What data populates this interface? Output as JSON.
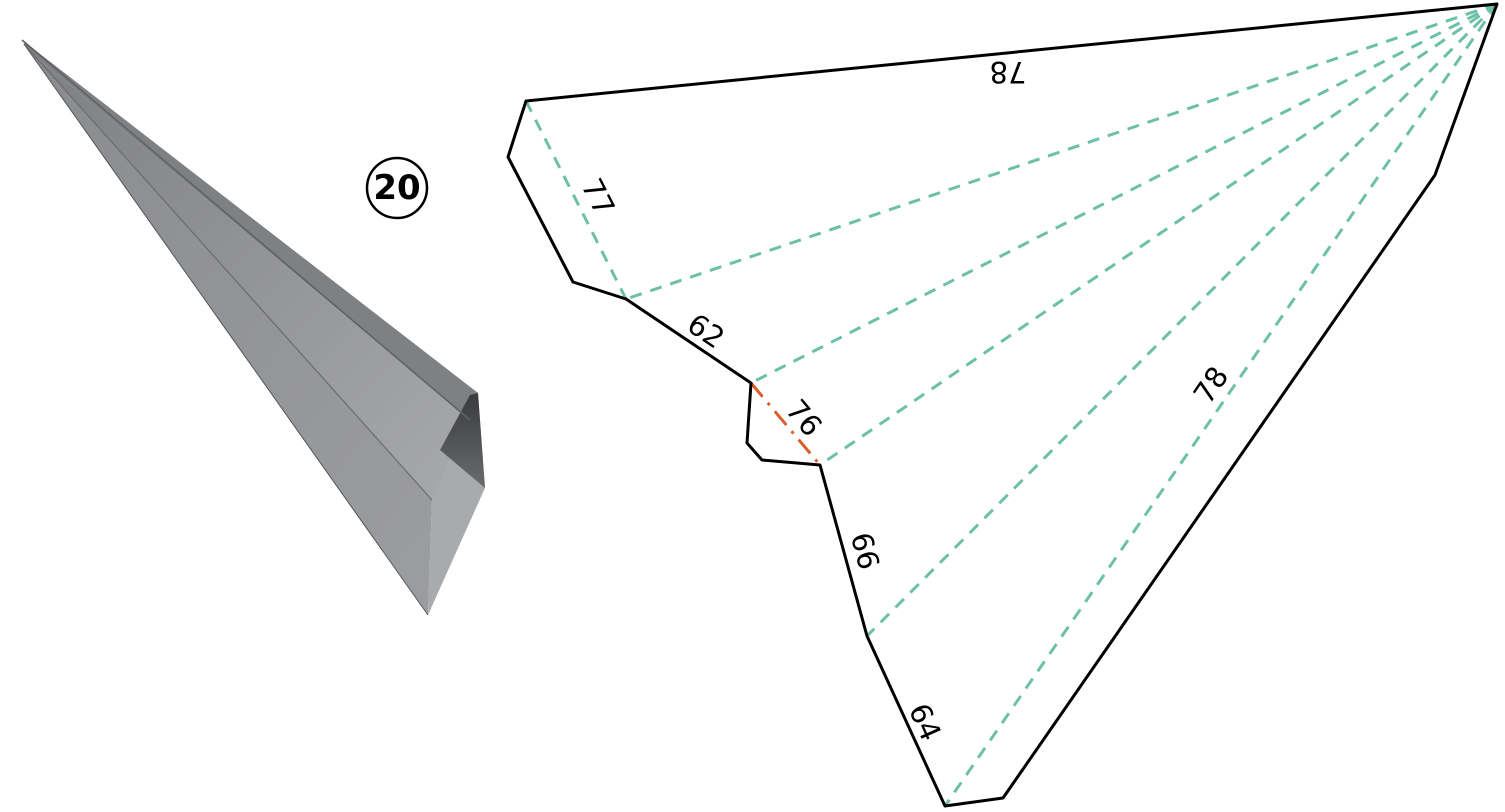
{
  "piece": {
    "number": "20"
  },
  "net": {
    "edge_labels": {
      "top": "78",
      "left_flap": "77",
      "upper_left": "62",
      "notch": "76",
      "middle": "66",
      "lower": "64",
      "diagonal": "78"
    }
  },
  "colors": {
    "cut_line": "#000000",
    "valley_fold": "#6dc0a8",
    "mountain_fold": "#d9602a",
    "model_face_light": "#a9aaac",
    "model_face_mid": "#8e8f91",
    "model_face_dark": "#6f7072",
    "model_inner": "#4a4b4d"
  }
}
